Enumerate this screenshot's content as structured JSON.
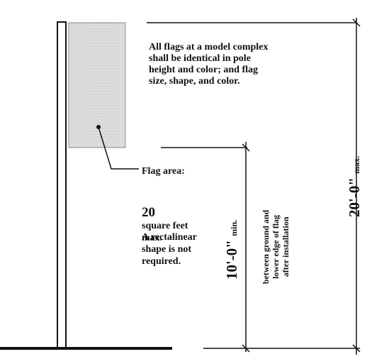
{
  "note": {
    "identical_rule": "All flags at a model complex\nshall be identical in pole\nheight and color; and flag\nsize, shape, and color."
  },
  "flag_area": {
    "title": "Flag area:",
    "size_number": "20",
    "size_text": "square feet\nmax.",
    "shape_note": "A rectalinear\nshape is not\nrequired."
  },
  "dimensions": {
    "lower_edge": {
      "value": "10'-0\"",
      "qualifier": "min.",
      "note": "between ground and\nlower edge of flag\nafter installation"
    },
    "pole_height": {
      "value": "20'-0\"",
      "qualifier": "max."
    }
  },
  "colors": {
    "line": "#111111",
    "flag_fill": "#d6d6d6",
    "background": "#ffffff"
  }
}
